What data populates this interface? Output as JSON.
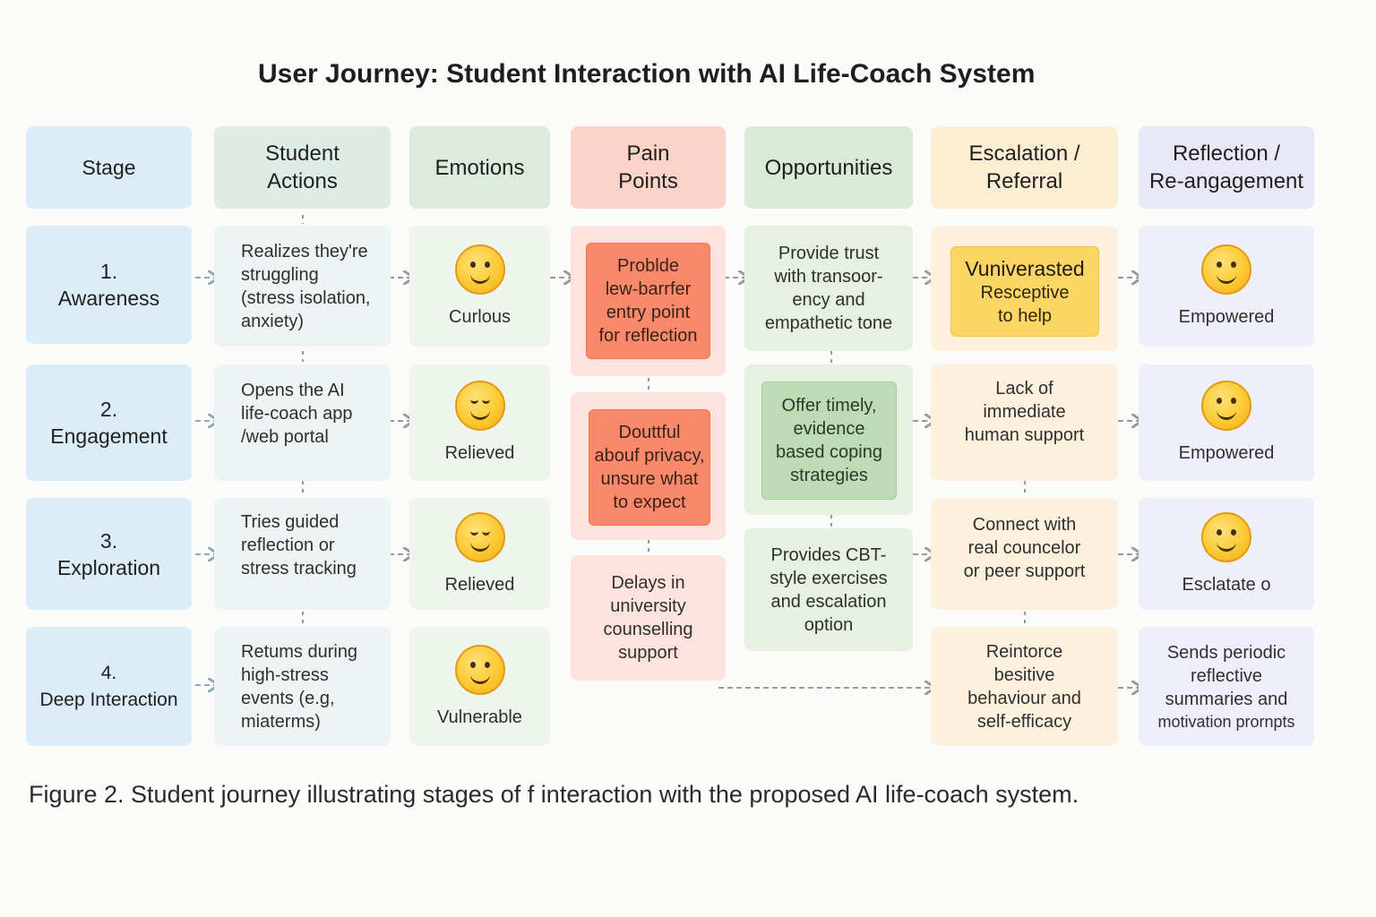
{
  "title": "User Journey: Student Interaction with AI Life-Coach System",
  "headers": {
    "stage": "Stage",
    "actions": "Student\nActions",
    "emotions": "Emotions",
    "pain": "Pain\nPoints",
    "opportunities": "Opportunities",
    "escalation": "Escalation /\nReferral",
    "reflection": "Reflection /\nRe-angagement"
  },
  "stages": [
    {
      "number": "1.",
      "name": "Awareness"
    },
    {
      "number": "2.",
      "name": "Engagement"
    },
    {
      "number": "3.",
      "name": "Exploration"
    },
    {
      "number": "4.",
      "name": "Deep Interaction"
    }
  ],
  "actions": [
    "Realizes they're\nstruggling\n(stress isolation,\nanxiety)",
    "Opens the AI\nlife-coach app\n/web portal",
    "Tries guided\nreflection or\nstress tracking",
    "Retums during\nhigh-stress\nevents (e.g,\nmiaterms)"
  ],
  "emotions": [
    {
      "label": "Curlous",
      "icon": "smiling-face-icon"
    },
    {
      "label": "Relieved",
      "icon": "relieved-face-icon"
    },
    {
      "label": "Relieved",
      "icon": "relieved-face-icon"
    },
    {
      "label": "Vulnerable",
      "icon": "smiling-face-icon"
    }
  ],
  "pain_points": [
    "Problde\nlew-barrfer\nentry point\nfor reflection",
    "Douttful\nabouf privacy,\nunsure what\nto expect",
    "Delays in\nuniversity\ncounselling\nsupport"
  ],
  "opportunities": [
    "Provide trust\nwith transoor-\nency and\nempathetic tone",
    "Offer timely,\nevidence\nbased coping\nstrategies",
    "Provides CBT-\nstyle exercises\nand escalation\noption"
  ],
  "escalation": [
    {
      "line1": "Vuniverasted",
      "line2": "Resceptive\nto help"
    },
    {
      "text": "Lack of\nimmediate\nhuman support"
    },
    {
      "text": "Connect with\nreal councelor\nor peer support"
    },
    {
      "text": "Reintorce\nbesitive\nbehaviour and\nself-efficacy"
    }
  ],
  "reflection": [
    {
      "label": "Empowered",
      "icon": "thinking-face-icon"
    },
    {
      "label": "Empowered",
      "icon": "smiling-face-icon"
    },
    {
      "label": "Esclatate o",
      "icon": "smiling-face-icon"
    },
    {
      "text": "Sends periodic\nreflective\nsummaries and",
      "small": "motivation prornpts"
    }
  ],
  "caption": "Figure 2. Student journey illustrating stages of f interaction with the proposed AI life-coach system.",
  "colors": {
    "stage": "#dcedf8",
    "pain_accent": "#f9896a",
    "opportunity_accent": "#bddbb4",
    "escalation_accent": "#fcd664",
    "arrow": "#8fa7bb"
  }
}
